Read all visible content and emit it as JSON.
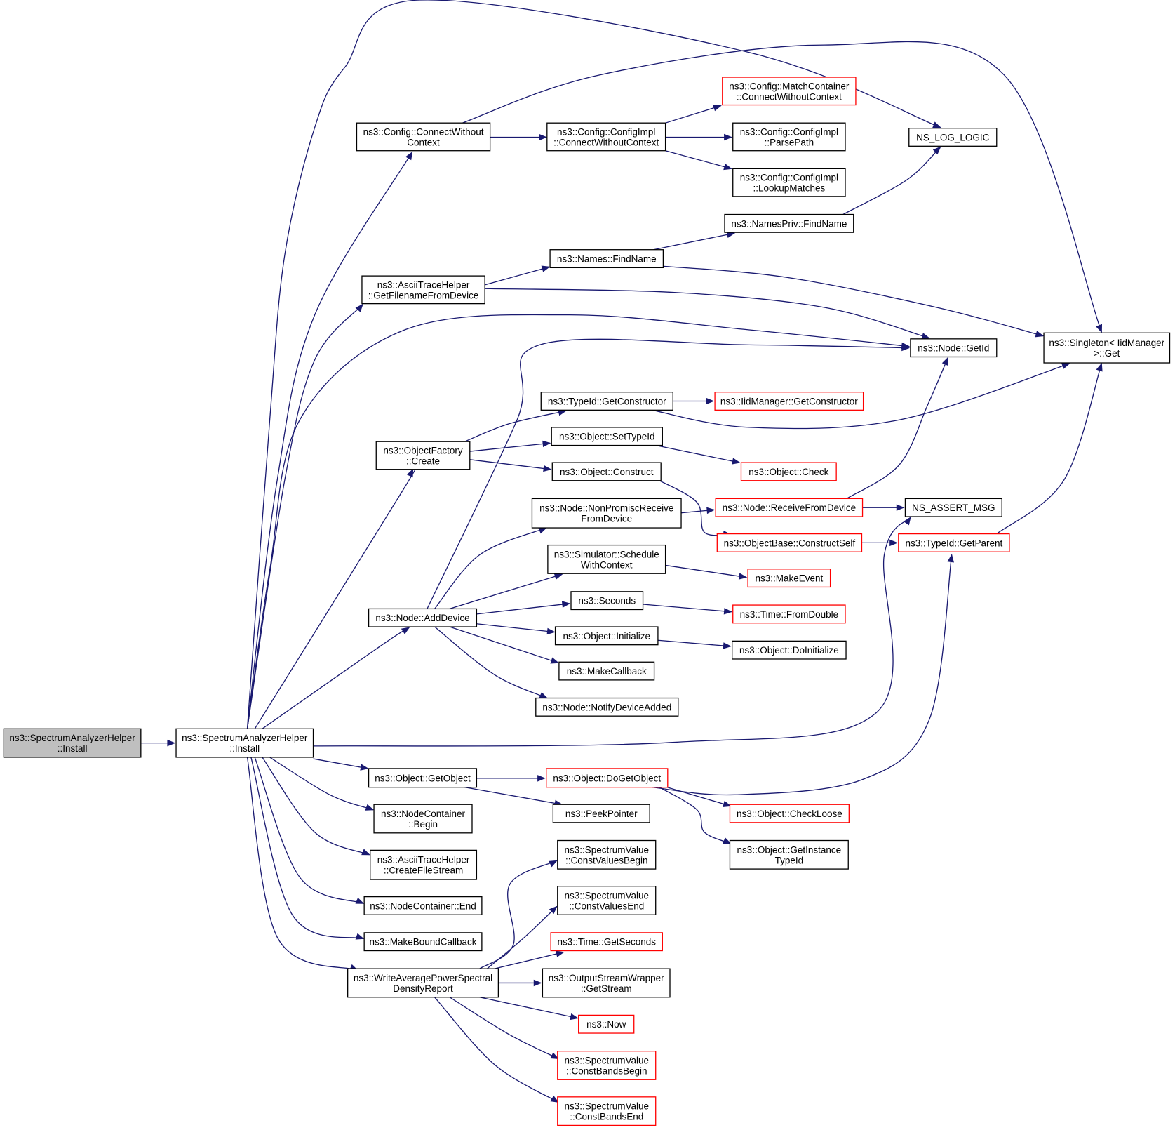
{
  "diagram": {
    "type": "call-graph",
    "colors": {
      "edge": "#191970",
      "normal_border": "#000000",
      "truncated_border": "#ff0000",
      "root_fill": "#bfbfbf"
    },
    "nodes": [
      {
        "id": "root",
        "lines": [
          "ns3::SpectrumAnalyzerHelper",
          "::Install"
        ],
        "style": "root"
      },
      {
        "id": "install",
        "lines": [
          "ns3::SpectrumAnalyzerHelper",
          "::Install"
        ],
        "style": "normal"
      },
      {
        "id": "cfgConnect",
        "lines": [
          "ns3::Config::ConnectWithout",
          "Context"
        ],
        "style": "normal"
      },
      {
        "id": "cfgImplConnect",
        "lines": [
          "ns3::Config::ConfigImpl",
          "::ConnectWithoutContext"
        ],
        "style": "normal"
      },
      {
        "id": "matchContainer",
        "lines": [
          "ns3::Config::MatchContainer",
          "::ConnectWithoutContext"
        ],
        "style": "trunc"
      },
      {
        "id": "parsePath",
        "lines": [
          "ns3::Config::ConfigImpl",
          "::ParsePath"
        ],
        "style": "normal"
      },
      {
        "id": "lookupMatches",
        "lines": [
          "ns3::Config::ConfigImpl",
          "::LookupMatches"
        ],
        "style": "normal"
      },
      {
        "id": "nsLogLogic",
        "lines": [
          "NS_LOG_LOGIC"
        ],
        "style": "normal"
      },
      {
        "id": "namesPrivFind",
        "lines": [
          "ns3::NamesPriv::FindName"
        ],
        "style": "normal"
      },
      {
        "id": "namesFind",
        "lines": [
          "ns3::Names::FindName"
        ],
        "style": "normal"
      },
      {
        "id": "asciiGetFilename",
        "lines": [
          "ns3::AsciiTraceHelper",
          "::GetFilenameFromDevice"
        ],
        "style": "normal"
      },
      {
        "id": "nodeGetId",
        "lines": [
          "ns3::Node::GetId"
        ],
        "style": "normal"
      },
      {
        "id": "singletonGet",
        "lines": [
          "ns3::Singleton< IidManager",
          " >::Get"
        ],
        "style": "normal"
      },
      {
        "id": "typeIdGetCtor",
        "lines": [
          "ns3::TypeId::GetConstructor"
        ],
        "style": "normal"
      },
      {
        "id": "iidGetCtor",
        "lines": [
          "ns3::IidManager::GetConstructor"
        ],
        "style": "trunc"
      },
      {
        "id": "objFactoryCreate",
        "lines": [
          "ns3::ObjectFactory",
          "::Create"
        ],
        "style": "normal"
      },
      {
        "id": "objSetTypeId",
        "lines": [
          "ns3::Object::SetTypeId"
        ],
        "style": "normal"
      },
      {
        "id": "objCheck",
        "lines": [
          "ns3::Object::Check"
        ],
        "style": "trunc"
      },
      {
        "id": "objConstruct",
        "lines": [
          "ns3::Object::Construct"
        ],
        "style": "normal"
      },
      {
        "id": "nodeNonPromisc",
        "lines": [
          "ns3::Node::NonPromiscReceive",
          "FromDevice"
        ],
        "style": "normal"
      },
      {
        "id": "nodeReceive",
        "lines": [
          "ns3::Node::ReceiveFromDevice"
        ],
        "style": "trunc"
      },
      {
        "id": "nsAssertMsg",
        "lines": [
          "NS_ASSERT_MSG"
        ],
        "style": "normal"
      },
      {
        "id": "objBaseConstructSelf",
        "lines": [
          "ns3::ObjectBase::ConstructSelf"
        ],
        "style": "trunc"
      },
      {
        "id": "typeIdGetParent",
        "lines": [
          "ns3::TypeId::GetParent"
        ],
        "style": "trunc"
      },
      {
        "id": "simSchedule",
        "lines": [
          "ns3::Simulator::Schedule",
          "WithContext"
        ],
        "style": "normal"
      },
      {
        "id": "makeEvent",
        "lines": [
          "ns3::MakeEvent"
        ],
        "style": "trunc"
      },
      {
        "id": "seconds",
        "lines": [
          "ns3::Seconds"
        ],
        "style": "normal"
      },
      {
        "id": "timeFromDouble",
        "lines": [
          "ns3::Time::FromDouble"
        ],
        "style": "trunc"
      },
      {
        "id": "nodeAddDevice",
        "lines": [
          "ns3::Node::AddDevice"
        ],
        "style": "normal"
      },
      {
        "id": "objInitialize",
        "lines": [
          "ns3::Object::Initialize"
        ],
        "style": "normal"
      },
      {
        "id": "objDoInitialize",
        "lines": [
          "ns3::Object::DoInitialize"
        ],
        "style": "normal"
      },
      {
        "id": "makeCallback",
        "lines": [
          "ns3::MakeCallback"
        ],
        "style": "normal"
      },
      {
        "id": "nodeNotify",
        "lines": [
          "ns3::Node::NotifyDeviceAdded"
        ],
        "style": "normal"
      },
      {
        "id": "objGetObject",
        "lines": [
          "ns3::Object::GetObject"
        ],
        "style": "normal"
      },
      {
        "id": "objDoGetObject",
        "lines": [
          "ns3::Object::DoGetObject"
        ],
        "style": "trunc"
      },
      {
        "id": "peekPointer",
        "lines": [
          "ns3::PeekPointer"
        ],
        "style": "normal"
      },
      {
        "id": "objCheckLoose",
        "lines": [
          "ns3::Object::CheckLoose"
        ],
        "style": "trunc"
      },
      {
        "id": "objGetInstance",
        "lines": [
          "ns3::Object::GetInstance",
          "TypeId"
        ],
        "style": "normal"
      },
      {
        "id": "nodeContBegin",
        "lines": [
          "ns3::NodeContainer",
          "::Begin"
        ],
        "style": "normal"
      },
      {
        "id": "asciiCreateFile",
        "lines": [
          "ns3::AsciiTraceHelper",
          "::CreateFileStream"
        ],
        "style": "normal"
      },
      {
        "id": "nodeContEnd",
        "lines": [
          "ns3::NodeContainer::End"
        ],
        "style": "normal"
      },
      {
        "id": "makeBound",
        "lines": [
          "ns3::MakeBoundCallback"
        ],
        "style": "normal"
      },
      {
        "id": "writeAvg",
        "lines": [
          "ns3::WriteAveragePowerSpectral",
          "DensityReport"
        ],
        "style": "normal"
      },
      {
        "id": "svConstValuesBegin",
        "lines": [
          "ns3::SpectrumValue",
          "::ConstValuesBegin"
        ],
        "style": "normal"
      },
      {
        "id": "svConstValuesEnd",
        "lines": [
          "ns3::SpectrumValue",
          "::ConstValuesEnd"
        ],
        "style": "normal"
      },
      {
        "id": "timeGetSeconds",
        "lines": [
          "ns3::Time::GetSeconds"
        ],
        "style": "trunc"
      },
      {
        "id": "oswGetStream",
        "lines": [
          "ns3::OutputStreamWrapper",
          "::GetStream"
        ],
        "style": "normal"
      },
      {
        "id": "now",
        "lines": [
          "ns3::Now"
        ],
        "style": "trunc"
      },
      {
        "id": "svConstBandsBegin",
        "lines": [
          "ns3::SpectrumValue",
          "::ConstBandsBegin"
        ],
        "style": "trunc"
      },
      {
        "id": "svConstBandsEnd",
        "lines": [
          "ns3::SpectrumValue",
          "::ConstBandsEnd"
        ],
        "style": "trunc"
      }
    ],
    "edges": [
      [
        "root",
        "install"
      ],
      [
        "install",
        "cfgConnect"
      ],
      [
        "install",
        "nsLogLogic"
      ],
      [
        "install",
        "asciiGetFilename"
      ],
      [
        "install",
        "nodeGetId"
      ],
      [
        "install",
        "objFactoryCreate"
      ],
      [
        "install",
        "nodeAddDevice"
      ],
      [
        "install",
        "nsAssertMsg"
      ],
      [
        "install",
        "objGetObject"
      ],
      [
        "install",
        "nodeContBegin"
      ],
      [
        "install",
        "asciiCreateFile"
      ],
      [
        "install",
        "nodeContEnd"
      ],
      [
        "install",
        "makeBound"
      ],
      [
        "install",
        "writeAvg"
      ],
      [
        "cfgConnect",
        "cfgImplConnect"
      ],
      [
        "cfgConnect",
        "singletonGet"
      ],
      [
        "cfgImplConnect",
        "matchContainer"
      ],
      [
        "cfgImplConnect",
        "parsePath"
      ],
      [
        "cfgImplConnect",
        "lookupMatches"
      ],
      [
        "namesPrivFind",
        "nsLogLogic"
      ],
      [
        "namesFind",
        "namesPrivFind"
      ],
      [
        "namesFind",
        "singletonGet"
      ],
      [
        "asciiGetFilename",
        "namesFind"
      ],
      [
        "asciiGetFilename",
        "nodeGetId"
      ],
      [
        "typeIdGetCtor",
        "iidGetCtor"
      ],
      [
        "typeIdGetCtor",
        "singletonGet"
      ],
      [
        "objFactoryCreate",
        "typeIdGetCtor"
      ],
      [
        "objFactoryCreate",
        "objSetTypeId"
      ],
      [
        "objFactoryCreate",
        "objConstruct"
      ],
      [
        "objSetTypeId",
        "objCheck"
      ],
      [
        "objConstruct",
        "objBaseConstructSelf"
      ],
      [
        "nodeNonPromisc",
        "nodeReceive"
      ],
      [
        "nodeReceive",
        "nodeGetId"
      ],
      [
        "nodeReceive",
        "nsAssertMsg"
      ],
      [
        "objBaseConstructSelf",
        "typeIdGetParent"
      ],
      [
        "typeIdGetParent",
        "singletonGet"
      ],
      [
        "simSchedule",
        "makeEvent"
      ],
      [
        "seconds",
        "timeFromDouble"
      ],
      [
        "nodeAddDevice",
        "nodeGetId"
      ],
      [
        "nodeAddDevice",
        "nodeNonPromisc"
      ],
      [
        "nodeAddDevice",
        "simSchedule"
      ],
      [
        "nodeAddDevice",
        "seconds"
      ],
      [
        "nodeAddDevice",
        "objInitialize"
      ],
      [
        "nodeAddDevice",
        "makeCallback"
      ],
      [
        "nodeAddDevice",
        "nodeNotify"
      ],
      [
        "objInitialize",
        "objDoInitialize"
      ],
      [
        "objGetObject",
        "objDoGetObject"
      ],
      [
        "objGetObject",
        "peekPointer"
      ],
      [
        "objDoGetObject",
        "typeIdGetParent"
      ],
      [
        "objDoGetObject",
        "objCheckLoose"
      ],
      [
        "objDoGetObject",
        "objGetInstance"
      ],
      [
        "writeAvg",
        "svConstValuesBegin"
      ],
      [
        "writeAvg",
        "svConstValuesEnd"
      ],
      [
        "writeAvg",
        "timeGetSeconds"
      ],
      [
        "writeAvg",
        "oswGetStream"
      ],
      [
        "writeAvg",
        "now"
      ],
      [
        "writeAvg",
        "svConstBandsBegin"
      ],
      [
        "writeAvg",
        "svConstBandsEnd"
      ]
    ]
  }
}
